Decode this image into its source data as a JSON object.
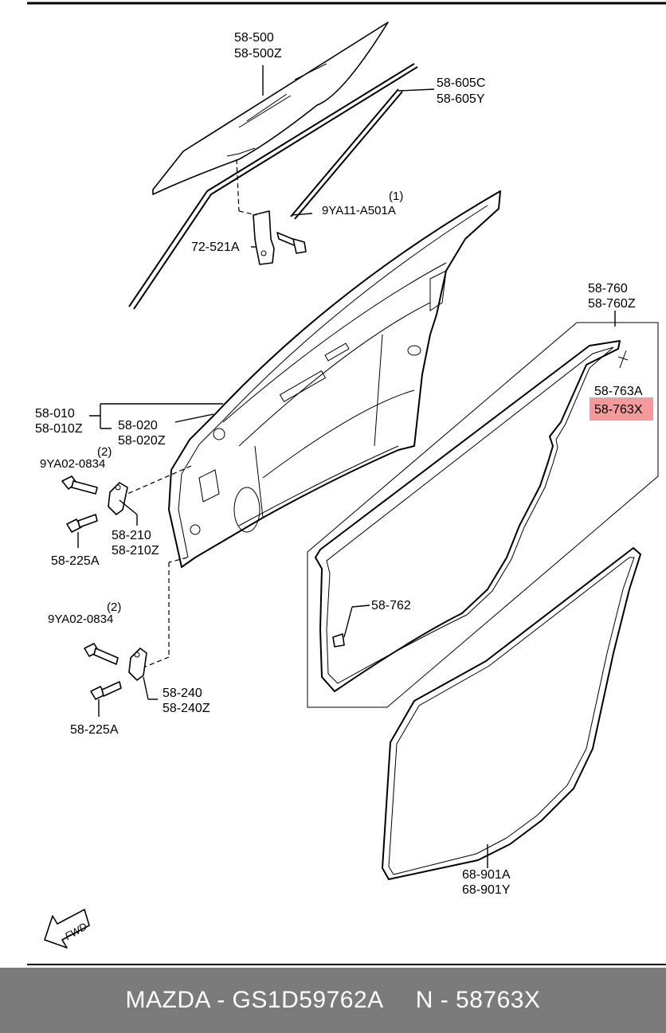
{
  "callouts": {
    "glass": [
      "58-500",
      "58-500Z"
    ],
    "channel": [
      "58-605C",
      "58-605Y"
    ],
    "bolt_top": "9YA11-A501A",
    "bolt_top_qty": "(1)",
    "bracket": "72-521A",
    "door_panel": [
      "58-010",
      "58-010Z"
    ],
    "hinge_panel": [
      "58-020",
      "58-020Z"
    ],
    "bolt_upper": "9YA02-0834",
    "bolt_upper_qty": "(2)",
    "hinge_upper": [
      "58-210",
      "58-210Z"
    ],
    "bolt_upper2": "58-225A",
    "bolt_lower": "9YA02-0834",
    "bolt_lower_qty": "(2)",
    "hinge_lower": [
      "58-240",
      "58-240Z"
    ],
    "bolt_lower2": "58-225A",
    "weatherstrip": [
      "58-760",
      "58-760Z"
    ],
    "clip_a": "58-763A",
    "clip_x_highlighted": "58-763X",
    "clip_762": "58-762",
    "opening_seal": [
      "68-901A",
      "68-901Y"
    ],
    "fwd": "FWD"
  },
  "colors": {
    "highlight": "#f59a9a",
    "footer_bg": "#7b7b7b",
    "footer_text": "#ffffff"
  },
  "footer": {
    "brand_part": "MAZDA - GS1D59762A",
    "oem_part": "N - 58763X"
  }
}
